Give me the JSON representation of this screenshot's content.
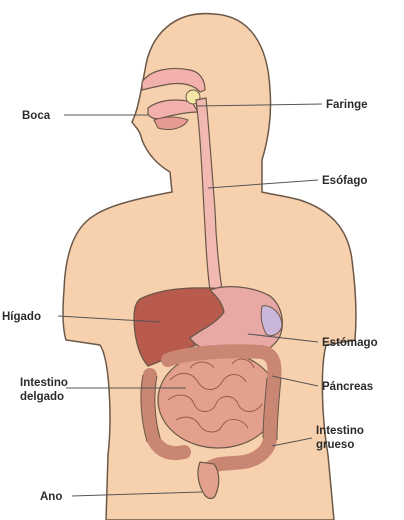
{
  "labels": {
    "boca": "Boca",
    "faringe": "Faringe",
    "esofago": "Esófago",
    "higado": "Hígado",
    "estomago": "Estómago",
    "intestino_delgado_1": "Intestino",
    "intestino_delgado_2": "delgado",
    "pancreas": "Páncreas",
    "intestino_grueso_1": "Intestino",
    "intestino_grueso_2": "grueso",
    "ano": "Ano"
  },
  "colors": {
    "skin": "#f7d1ad",
    "outline": "#6b5848",
    "esophagus": "#f2b9b3",
    "liver": "#b85a4c",
    "stomach": "#e8a8a6",
    "intestine": "#e3a08c",
    "pancreas": "#c9b6d8"
  }
}
